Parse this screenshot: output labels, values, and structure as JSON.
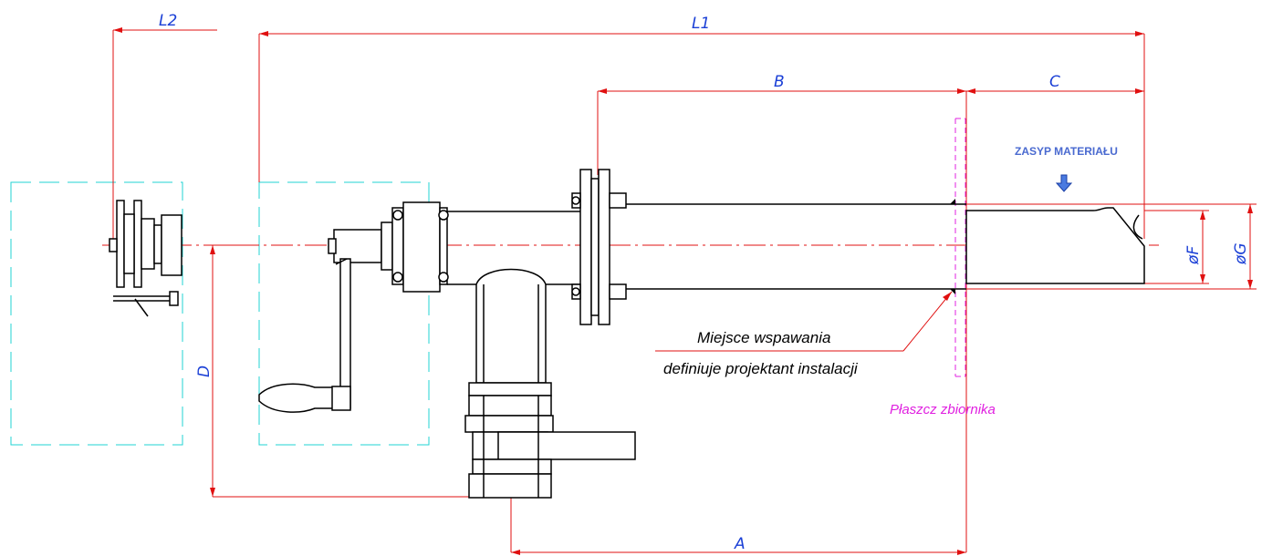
{
  "dimensions": {
    "L1": "L1",
    "L2": "L2",
    "A": "A",
    "B": "B",
    "C": "C",
    "D": "D",
    "F": "øF",
    "G": "øG"
  },
  "notes": {
    "weld_line1": "Miejsce wspawania",
    "weld_line2": "definiuje projektant instalacji",
    "tank_shell": "Płaszcz zbiornika",
    "material_inlet": "ZASYP MATERIAŁU"
  },
  "colors": {
    "dimension": "#1a3fd6",
    "dimension_line": "#e01010",
    "envelope": "#22d3d3",
    "tank_shell": "#e020e0",
    "part": "#000000"
  }
}
